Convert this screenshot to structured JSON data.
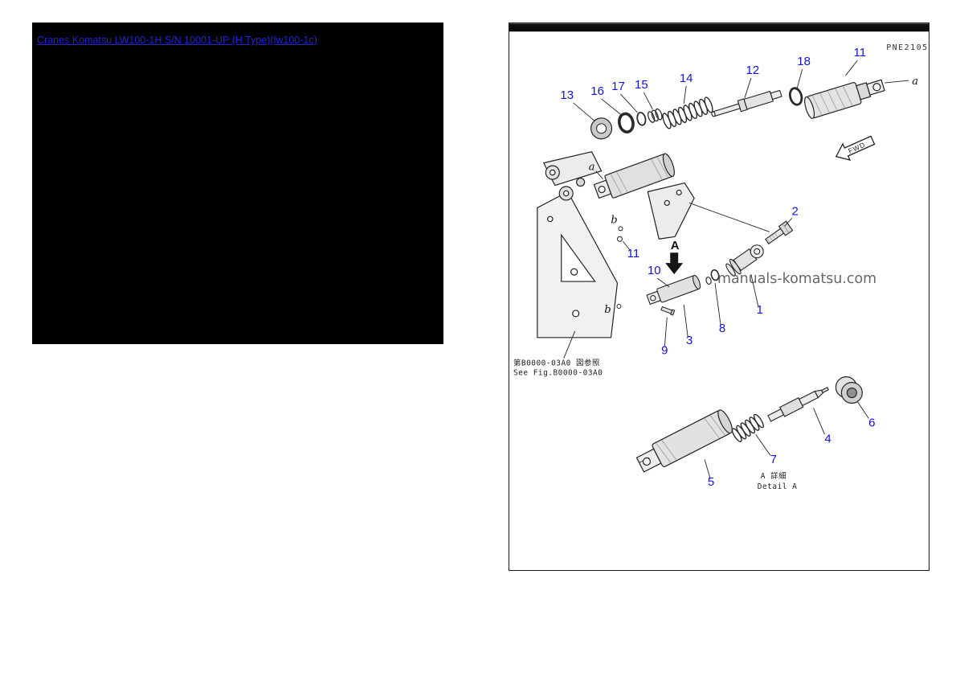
{
  "left_panel": {
    "link": "Cranes Komatsu LW100-1H S/N 10001-UP (H Type)(lw100-1c)"
  },
  "diagram": {
    "plate_code": "PNE2105",
    "watermark": "manuals-komatsu.com",
    "fwd": "FWD",
    "ref_jp": "第B0000-03A0 図参照",
    "ref_en": "See Fig.B0000-03A0",
    "detail_jp": "A 詳細",
    "detail_en": "Detail A",
    "labels": {
      "a_top": "a",
      "a_mid": "a",
      "b_mid": "b",
      "b_low": "b",
      "detail_marker": "A"
    },
    "callouts": [
      "13",
      "16",
      "17",
      "15",
      "14",
      "12",
      "18",
      "11",
      "2",
      "1",
      "8",
      "3",
      "9",
      "10",
      "11",
      "5",
      "7",
      "4",
      "6"
    ]
  }
}
